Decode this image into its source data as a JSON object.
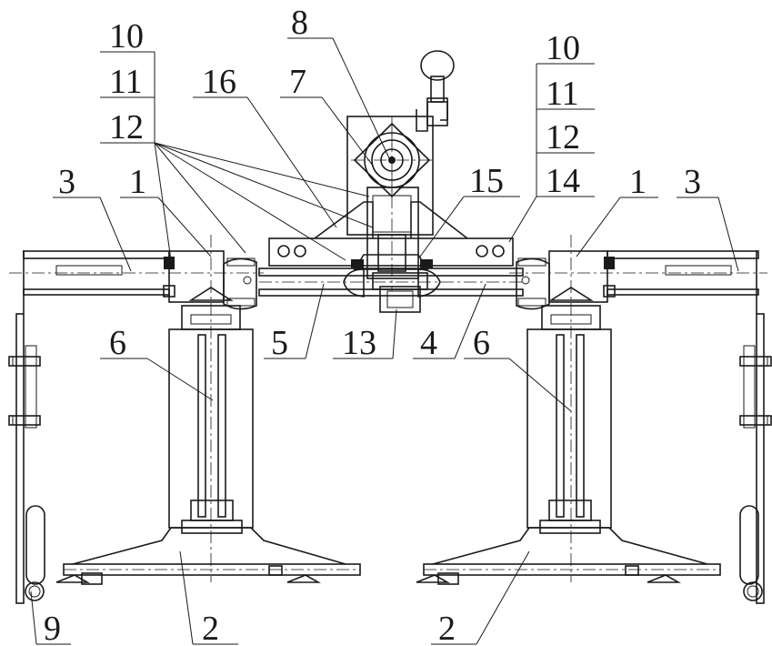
{
  "labels": {
    "l10_left": "10",
    "l11_left": "11",
    "l12_left": "12",
    "l16": "16",
    "l7": "7",
    "l8": "8",
    "l10_right": "10",
    "l11_right": "11",
    "l12_right": "12",
    "l14": "14",
    "l15": "15",
    "l3_left": "3",
    "l1_left": "1",
    "l1_right": "1",
    "l3_right": "3",
    "l5": "5",
    "l13": "13",
    "l4": "4",
    "l6_left": "6",
    "l6_right": "6",
    "l9": "9",
    "l2_left": "2",
    "l2_right": "2"
  }
}
